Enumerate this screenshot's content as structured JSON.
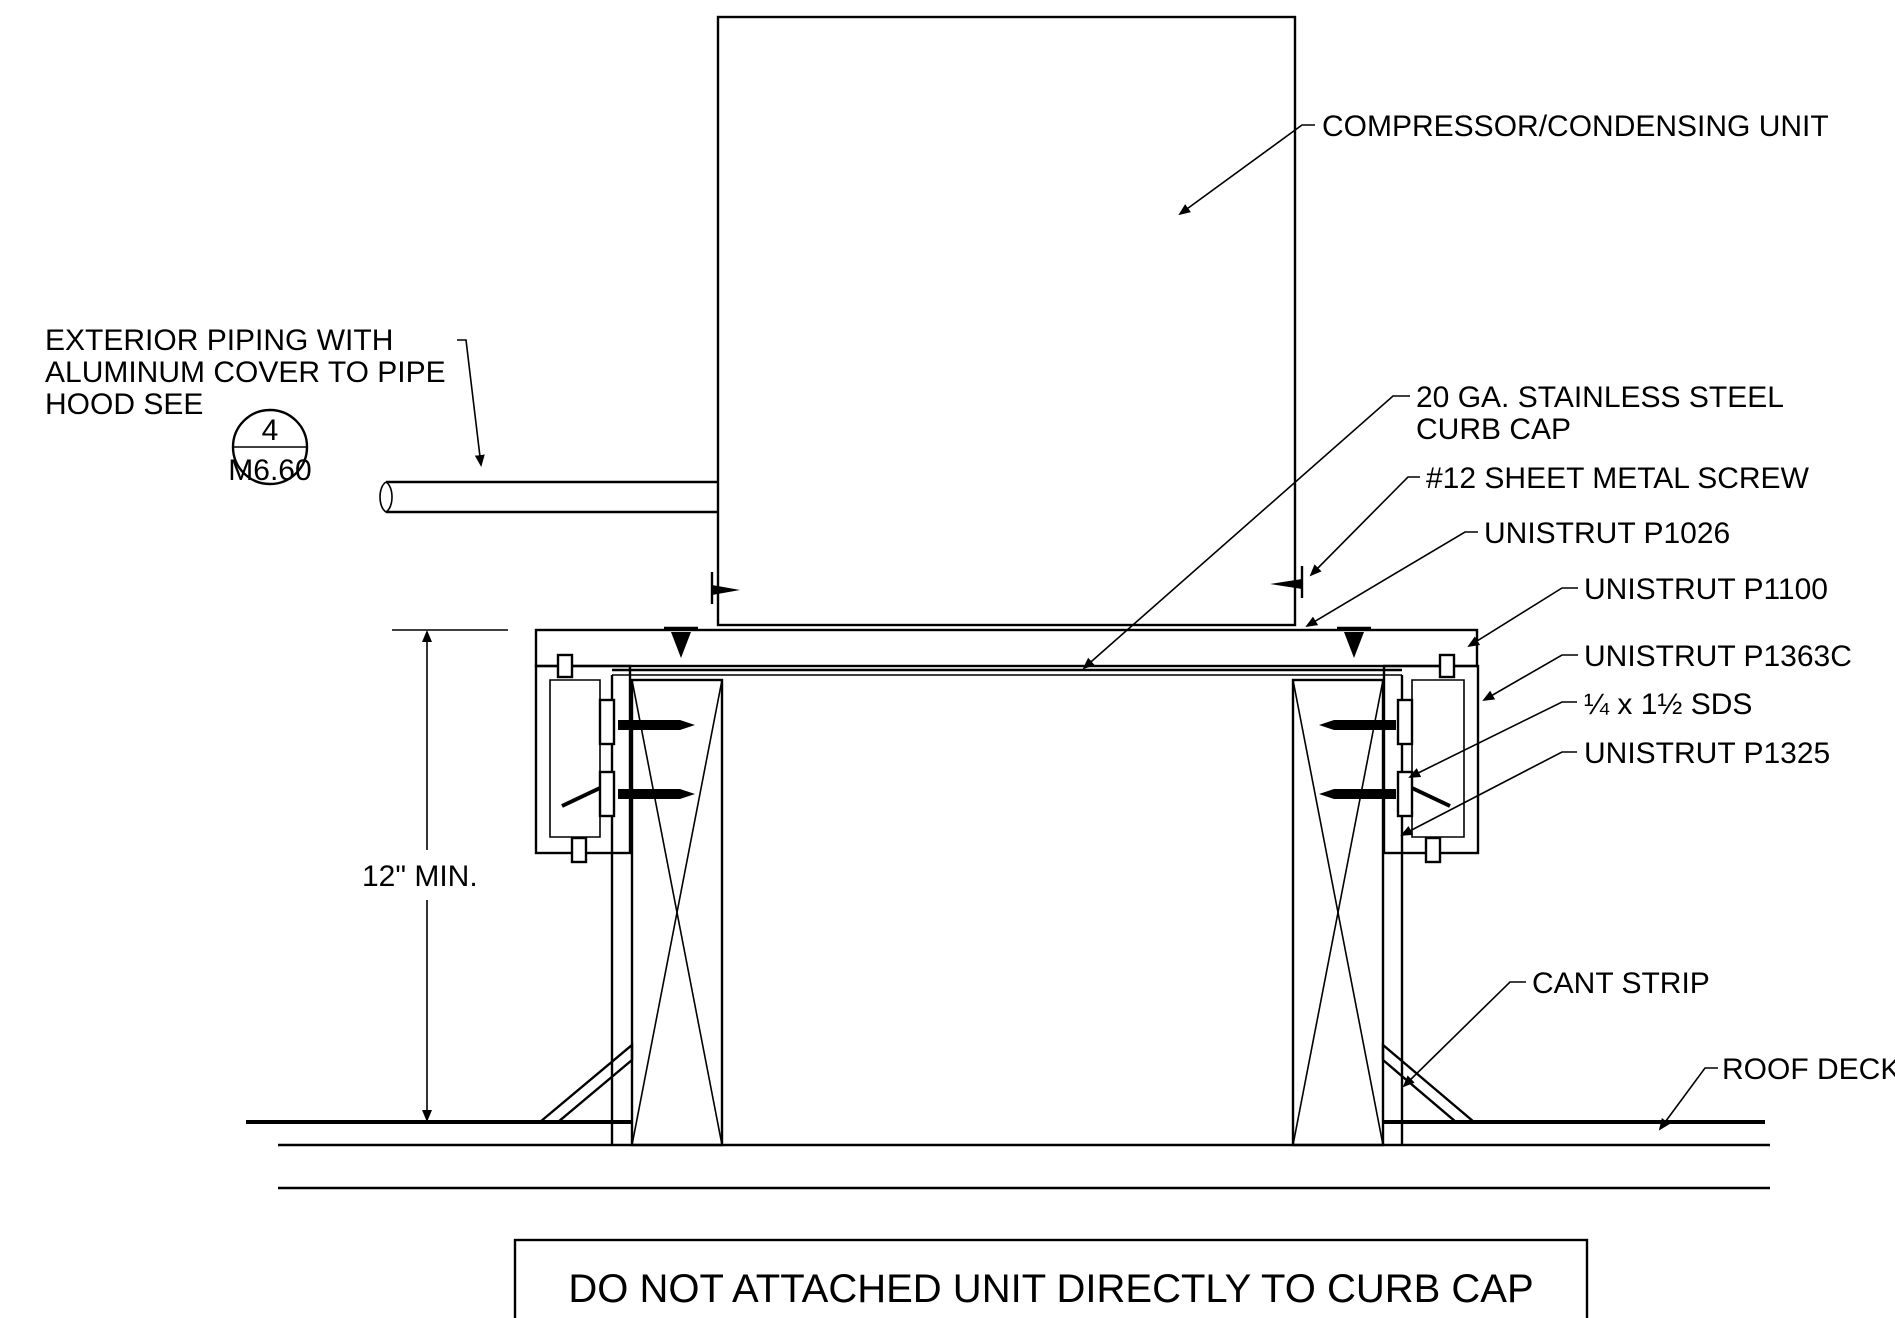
{
  "labels": {
    "compressor": "COMPRESSOR/CONDENSING UNIT",
    "piping_line1": "EXTERIOR PIPING WITH",
    "piping_line2": "ALUMINUM COVER TO PIPE",
    "piping_line3": "HOOD SEE",
    "detail_number": "4",
    "detail_sheet": "M6.60",
    "curb_cap_line1": "20 GA. STAINLESS STEEL",
    "curb_cap_line2": "CURB CAP",
    "screw": "#12 SHEET METAL SCREW",
    "p1026": "UNISTRUT P1026",
    "p1100": "UNISTRUT P1100",
    "p1363c": "UNISTRUT P1363C",
    "sds": "¼ x 1½ SDS",
    "p1325": "UNISTRUT P1325",
    "height_dim": "12\" MIN.",
    "cant_strip": "CANT STRIP",
    "roof_deck": "ROOF DECK",
    "note": "DO NOT ATTACHED UNIT DIRECTLY TO CURB CAP"
  }
}
